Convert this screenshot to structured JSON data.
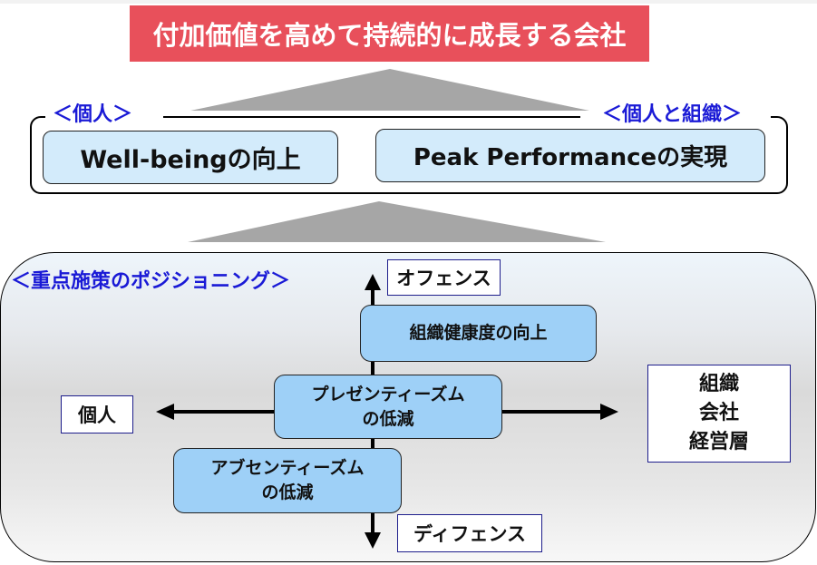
{
  "goal": {
    "title": "付加価値を高めて持続的に成長する会社"
  },
  "outcomes": {
    "individual_label": "＜個人＞",
    "org_label": "＜個人と組織＞",
    "wellbeing": "Well-beingの向上",
    "peak": "Peak Performanceの実現"
  },
  "positioning": {
    "title": "＜重点施策のポジショニング＞",
    "axis": {
      "top": "オフェンス",
      "bottom": "ディフェンス",
      "left": "個人",
      "right_lines": [
        "組織",
        "会社",
        "経営層"
      ]
    },
    "initiatives": [
      {
        "lines": [
          "組織健康度の向上"
        ]
      },
      {
        "lines": [
          "プレゼンティーズム",
          "の低減"
        ]
      },
      {
        "lines": [
          "アブセンティーズム",
          "の低減"
        ]
      }
    ]
  },
  "colors": {
    "goal_red": "#e8505b",
    "label_blue": "#1a1ad6",
    "outcome_fill": "#d3ebfb",
    "initiative_fill": "#9ed0f7",
    "arrow_gray": "#a6a6a6"
  }
}
